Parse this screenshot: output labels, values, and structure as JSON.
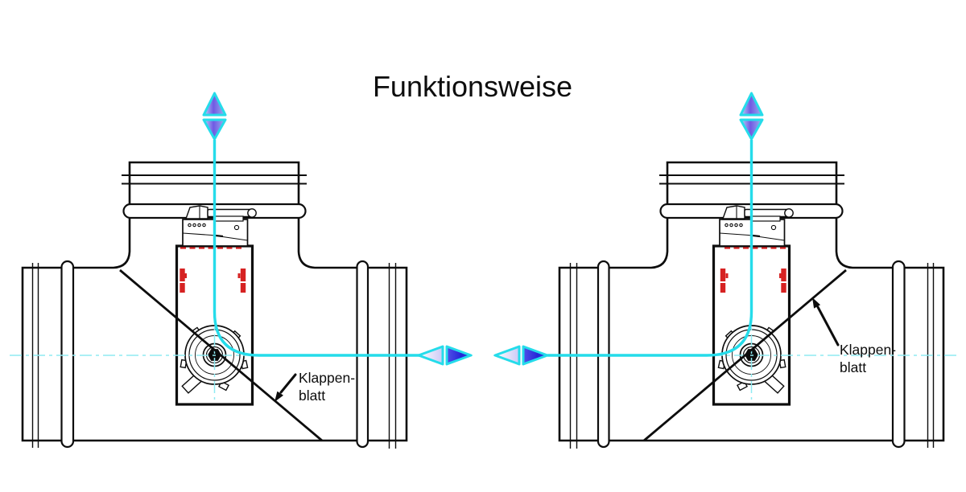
{
  "title": "Funktionsweise",
  "diagram_left": {
    "label": {
      "line1": "Klappen-",
      "line2": "blatt"
    }
  },
  "diagram_right": {
    "label": {
      "line1": "Klappen-",
      "line2": "blatt"
    }
  },
  "colors": {
    "ink": "#0d0d0d",
    "flow": "#25dcea",
    "centerline": "#8feaf2",
    "arrow_dark": "#2525d8",
    "arrow_light": "#cdc9f6",
    "arrow_purple": "#7059e3",
    "red": "#d62222",
    "background": "#ffffff"
  }
}
